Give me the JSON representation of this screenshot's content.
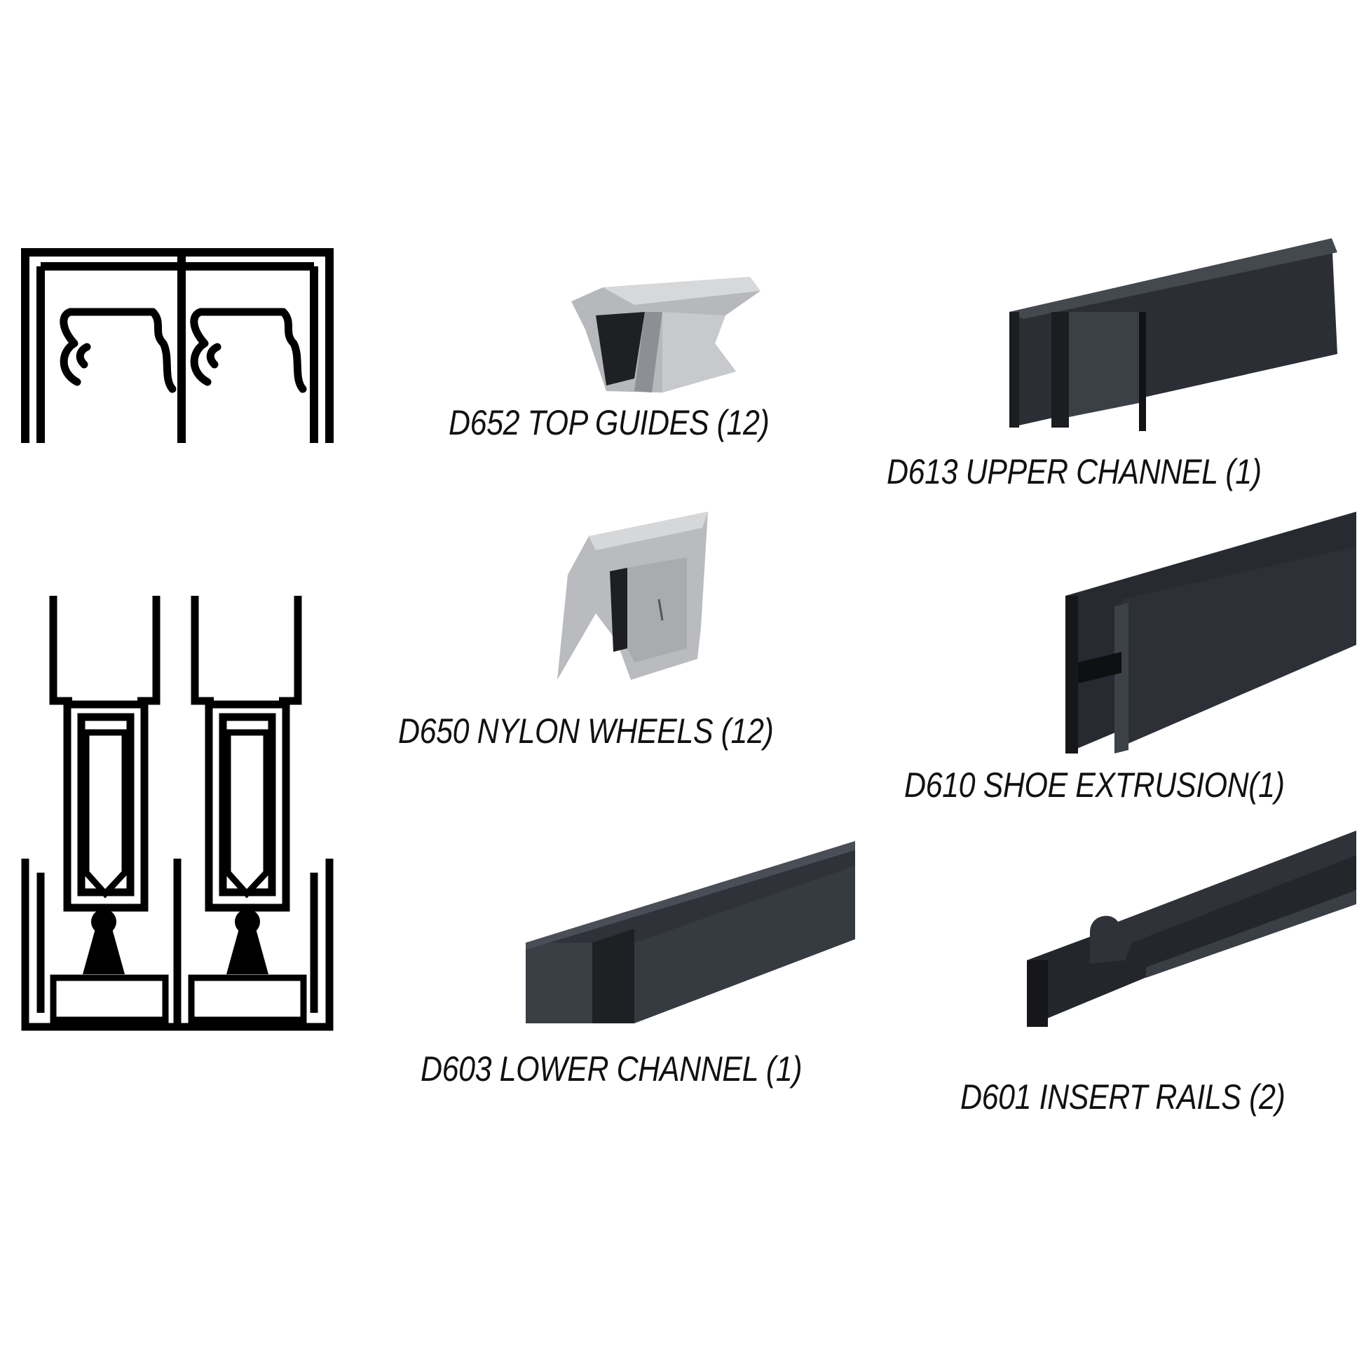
{
  "parts": [
    {
      "id": "d652",
      "label": "D652 TOP GUIDES (12)"
    },
    {
      "id": "d613",
      "label": "D613 UPPER CHANNEL (1)"
    },
    {
      "id": "d650",
      "label": "D650 NYLON WHEELS (12)"
    },
    {
      "id": "d610",
      "label": "D610 SHOE EXTRUSION(1)"
    },
    {
      "id": "d603",
      "label": "D603 LOWER CHANNEL (1)"
    },
    {
      "id": "d601",
      "label": "D601 INSERT RAILS (2)"
    }
  ],
  "colors": {
    "background": "#ffffff",
    "diagram_ink": "#000000",
    "nylon_gray": "#bdbfc2",
    "extrusion_dark": "#2b2e34",
    "label_text": "#111111"
  }
}
